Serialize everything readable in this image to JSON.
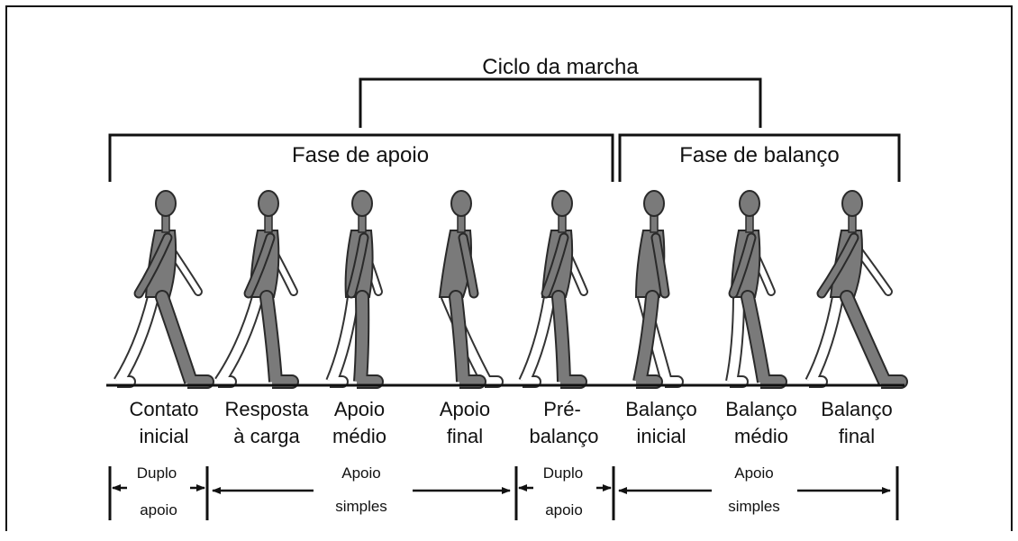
{
  "title": "Ciclo da marcha",
  "phases": {
    "stance": "Fase de apoio",
    "swing": "Fase de balanço"
  },
  "labels": [
    {
      "line1": "Contato",
      "line2": "inicial"
    },
    {
      "line1": "Resposta",
      "line2": "à carga"
    },
    {
      "line1": "Apoio",
      "line2": "médio"
    },
    {
      "line1": "Apoio",
      "line2": "final"
    },
    {
      "line1": "Pré-",
      "line2": "balanço"
    },
    {
      "line1": "Balanço",
      "line2": "inicial"
    },
    {
      "line1": "Balanço",
      "line2": "médio"
    },
    {
      "line1": "Balanço",
      "line2": "final"
    }
  ],
  "support": {
    "double_1": {
      "line1": "Duplo",
      "line2": "apoio"
    },
    "single_1": {
      "line1": "Apoio",
      "line2": "simples"
    },
    "double_2": {
      "line1": "Duplo",
      "line2": "apoio"
    },
    "single_2": {
      "line1": "Apoio",
      "line2": "simples"
    }
  },
  "colors": {
    "figure_fill": "#7a7a7a",
    "figure_stroke": "#2a2a2a",
    "limb_light": "#ffffff",
    "line": "#111111"
  }
}
